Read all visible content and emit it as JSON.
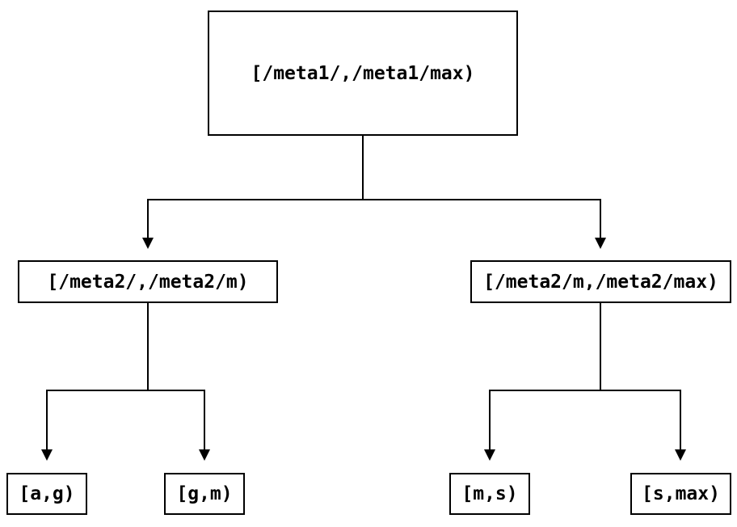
{
  "diagram": {
    "type": "binary-tree",
    "background_color": "#ffffff",
    "line_color": "#000000",
    "text_color": "#000000",
    "nodes": {
      "root": {
        "label": "[/meta1/,/meta1/max)"
      },
      "left": {
        "label": "[/meta2/,/meta2/m)"
      },
      "right": {
        "label": "[/meta2/m,/meta2/max)"
      },
      "leaf_ag": {
        "label": "[a,g)"
      },
      "leaf_gm": {
        "label": "[g,m)"
      },
      "leaf_ms": {
        "label": "[m,s)"
      },
      "leaf_smax": {
        "label": "[s,max)"
      }
    },
    "edges": [
      {
        "from": "root",
        "to": "left"
      },
      {
        "from": "root",
        "to": "right"
      },
      {
        "from": "left",
        "to": "leaf_ag"
      },
      {
        "from": "left",
        "to": "leaf_gm"
      },
      {
        "from": "right",
        "to": "leaf_ms"
      },
      {
        "from": "right",
        "to": "leaf_smax"
      }
    ]
  }
}
